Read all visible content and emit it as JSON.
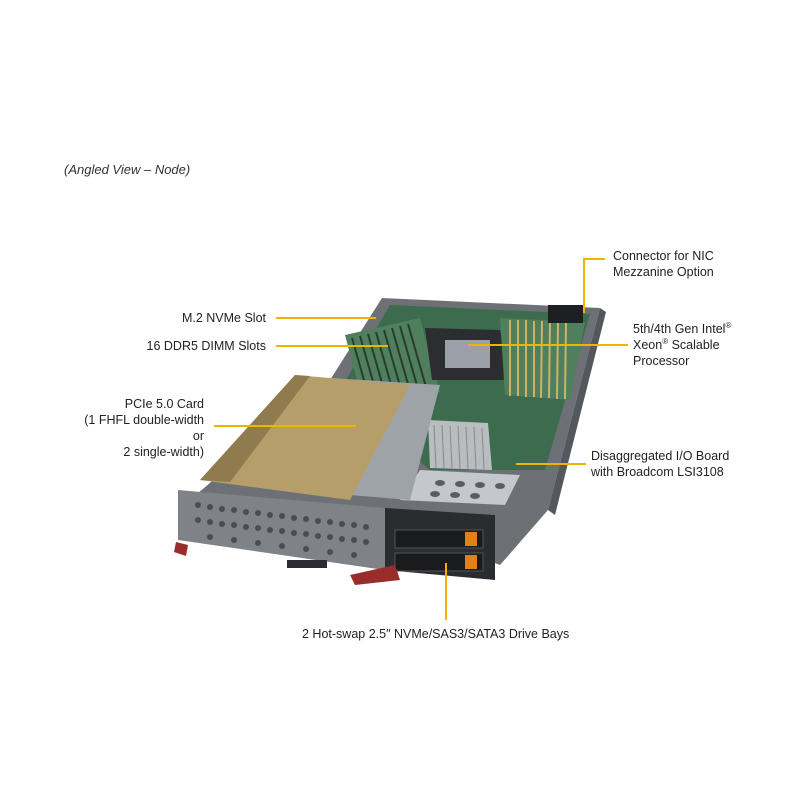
{
  "caption": "(Angled View – Node)",
  "callouts": {
    "nic": {
      "line1": "Connector for NIC",
      "line2": "Mezzanine Option"
    },
    "m2": {
      "text": "M.2 NVMe Slot"
    },
    "dimm": {
      "text": "16 DDR5 DIMM Slots"
    },
    "cpu": {
      "line1_pre": "5th/4th Gen Intel",
      "line1_sup": "®",
      "line2_pre": "Xeon",
      "line2_sup": "®",
      "line2_post": " Scalable",
      "line3": "Processor"
    },
    "pcie": {
      "line1": "PCIe 5.0 Card",
      "line2": "(1 FHFL double-width",
      "line3": "or",
      "line4": "2 single-width)"
    },
    "io": {
      "line1": "Disaggregated I/O Board",
      "line2": "with Broadcom LSI3108"
    },
    "drives": {
      "text": "2 Hot-swap 2.5″ NVMe/SAS3/SATA3 Drive Bays"
    }
  },
  "colors": {
    "leader": "#f0b400",
    "card": "#b59e6a",
    "chassis": "#8a8e93",
    "board": "#3d6b4e",
    "drive_accent": "#e0821c"
  }
}
